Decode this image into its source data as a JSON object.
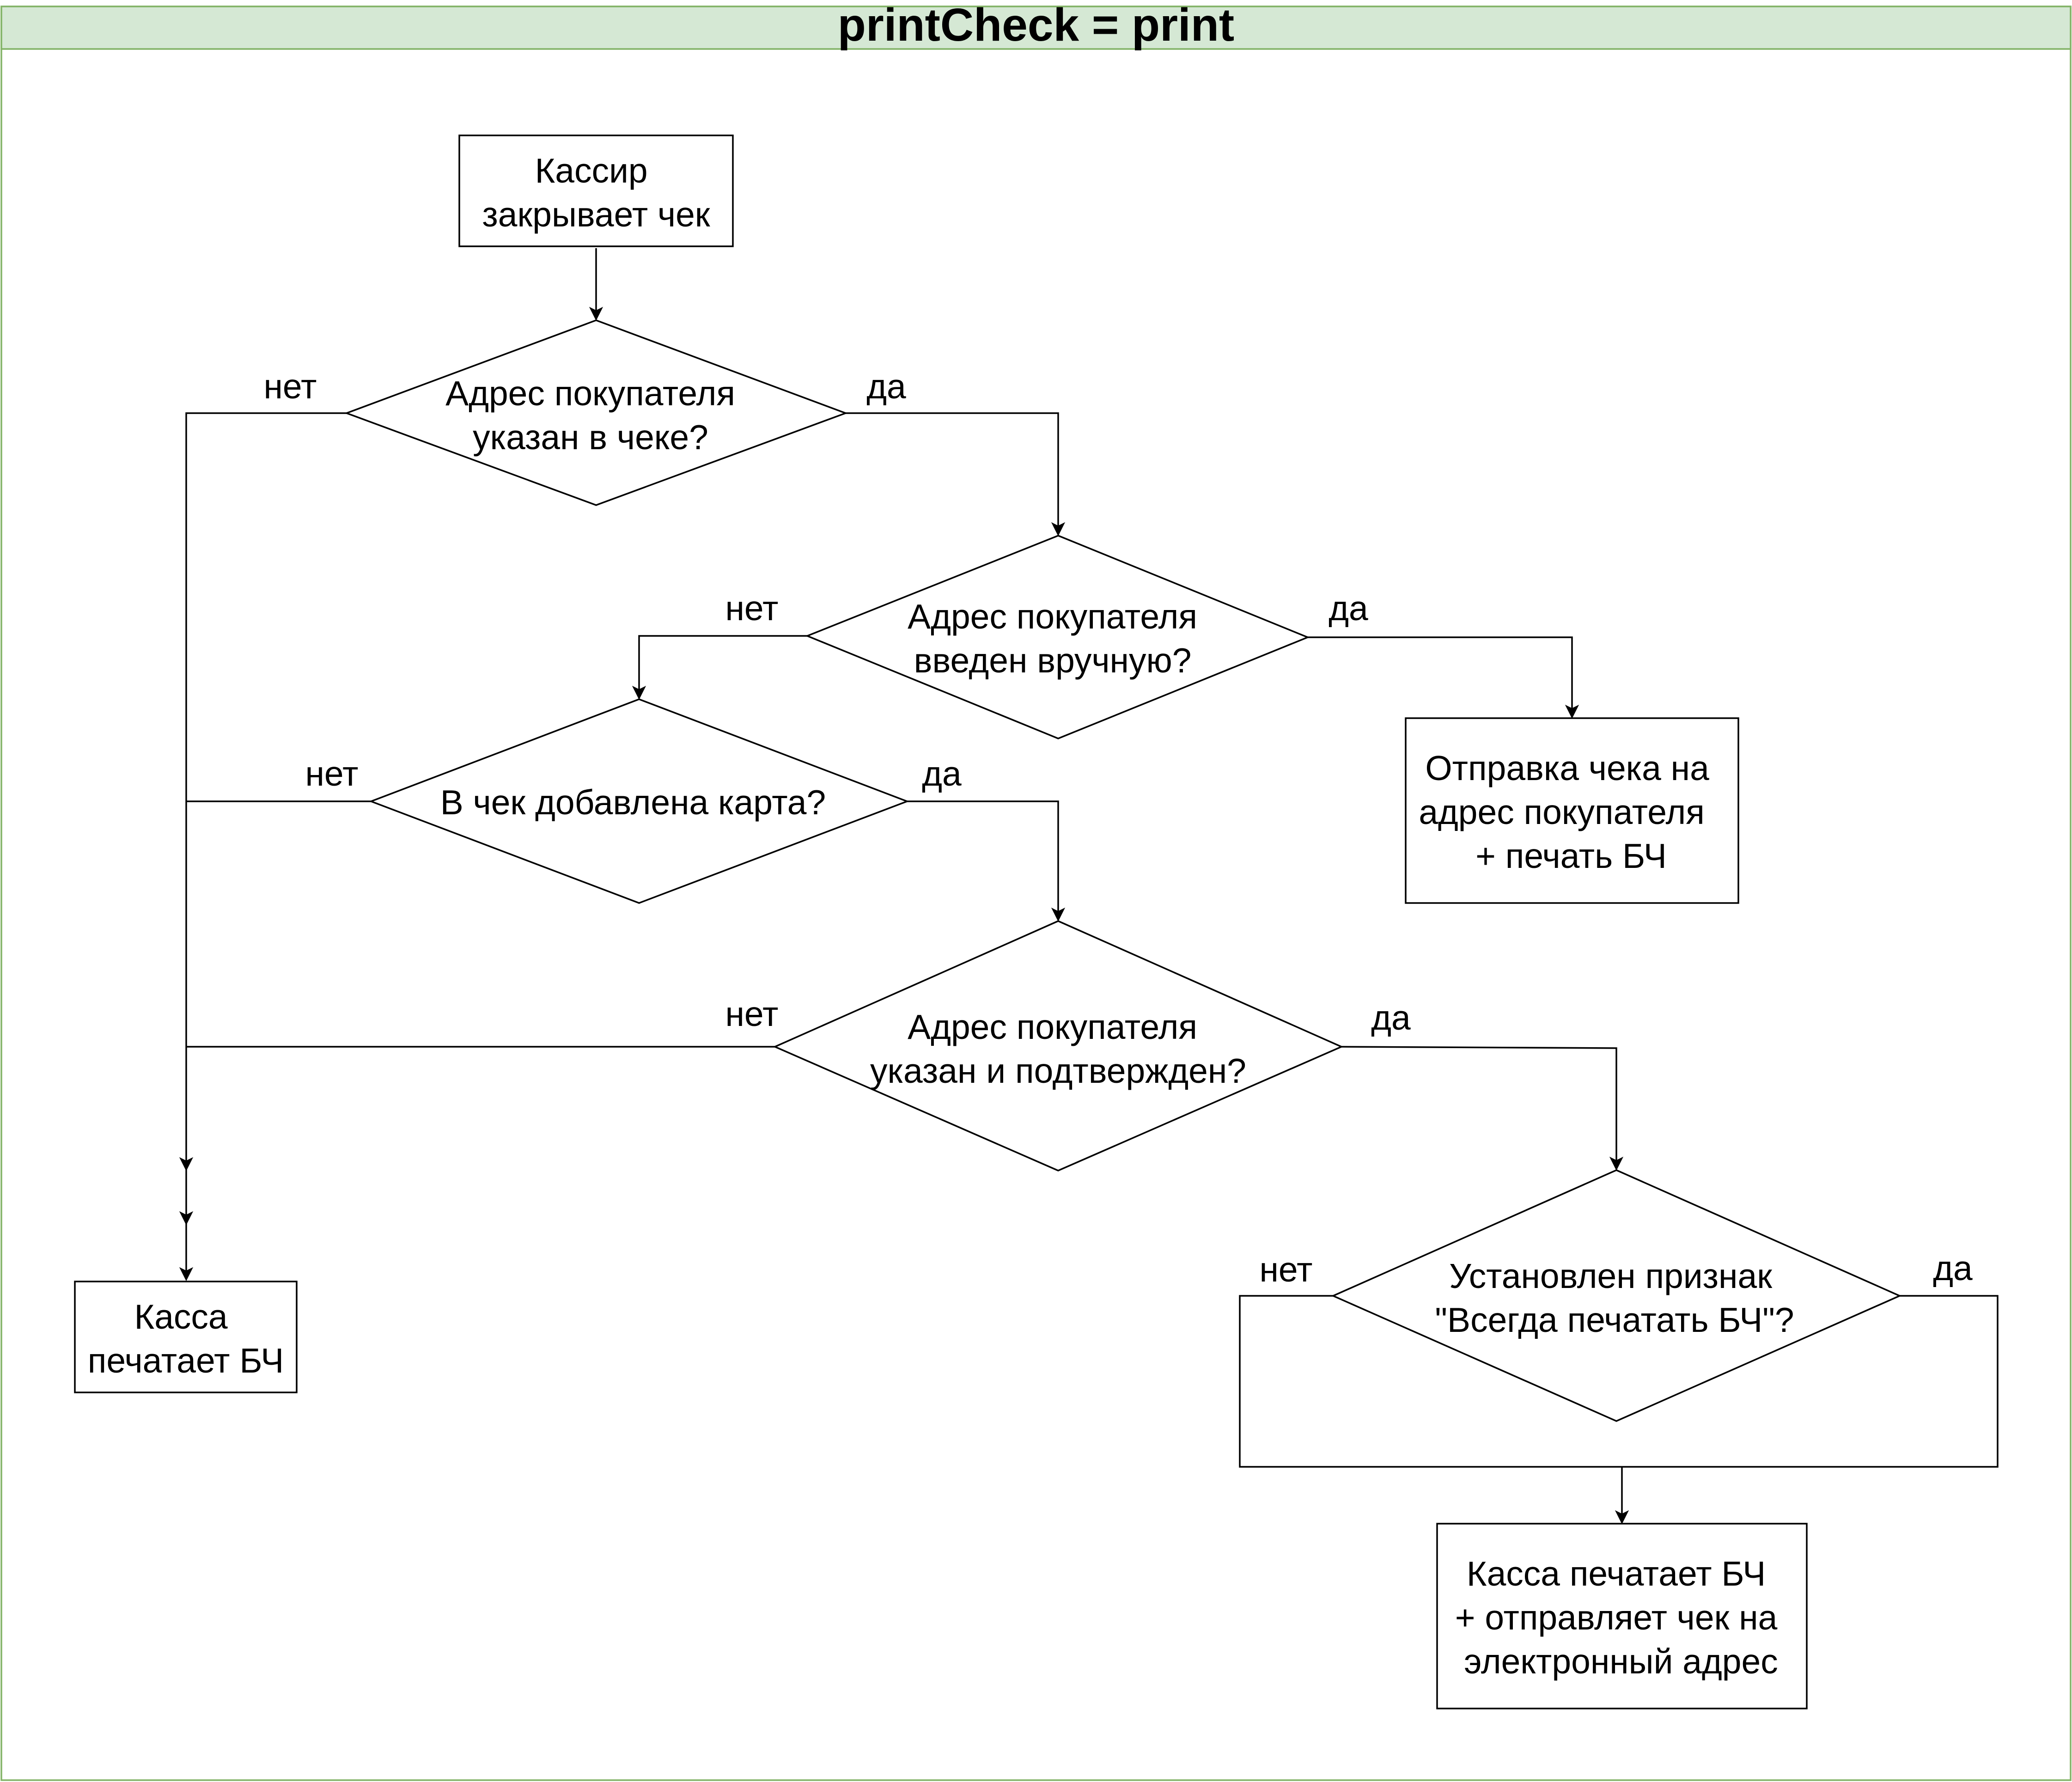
{
  "title": "printCheck = print",
  "colors": {
    "frame_border": "#82b366",
    "header_fill": "#d5e8d4",
    "line": "#000000",
    "text": "#000000"
  },
  "nodes": {
    "start": {
      "lines": [
        "Кассир",
        "закрывает чек"
      ]
    },
    "d1": {
      "lines": [
        "Адрес покупателя",
        "указан в чеке?"
      ]
    },
    "d2": {
      "lines": [
        "Адрес покупателя",
        "введен вручную?"
      ]
    },
    "send": {
      "lines": [
        "Отправка чека на",
        "адрес покупателя",
        "+ печать БЧ"
      ]
    },
    "d3": {
      "lines": [
        "В чек добавлена карта?"
      ]
    },
    "d4": {
      "lines": [
        "Адрес покупателя",
        "указан и подтвержден?"
      ]
    },
    "print": {
      "lines": [
        "Касса",
        "печатает БЧ"
      ]
    },
    "d5": {
      "lines": [
        "Установлен признак",
        "\"Всегда печатать БЧ\"?"
      ]
    },
    "print_send": {
      "lines": [
        "Касса печатает БЧ",
        "+ отправляет чек на",
        "электронный адрес"
      ]
    }
  },
  "edge_labels": {
    "d1_no": "нет",
    "d1_yes": "да",
    "d2_no": "нет",
    "d2_yes": "да",
    "d3_no": "нет",
    "d3_yes": "да",
    "d4_no": "нет",
    "d4_yes": "да",
    "d5_no": "нет",
    "d5_yes": "да"
  }
}
